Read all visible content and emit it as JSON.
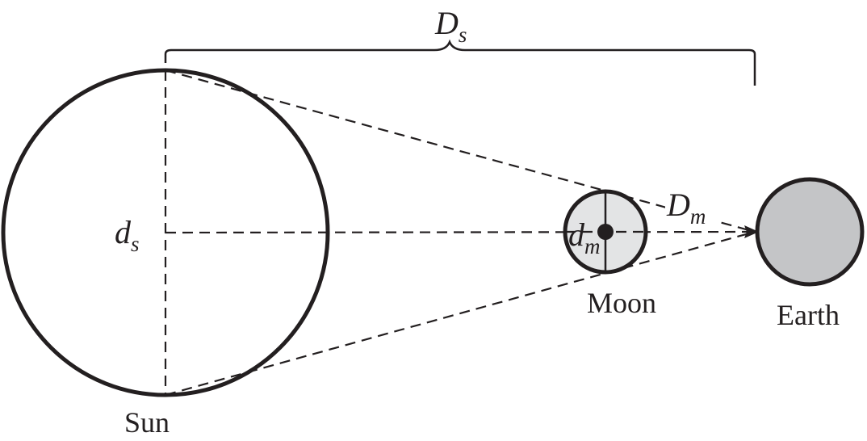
{
  "colors": {
    "stroke": "#231f20",
    "sun_fill": "#ffffff",
    "moon_fill": "#e3e4e5",
    "earth_fill": "#c4c5c7",
    "background": "#ffffff"
  },
  "labels": {
    "sun": "Sun",
    "moon": "Moon",
    "earth": "Earth",
    "sun_distance_main": "D",
    "sun_distance_sub": "s",
    "moon_distance_main": "D",
    "moon_distance_sub": "m",
    "sun_diameter_main": "d",
    "sun_diameter_sub": "s",
    "moon_diameter_main": "d",
    "moon_diameter_sub": "m"
  }
}
